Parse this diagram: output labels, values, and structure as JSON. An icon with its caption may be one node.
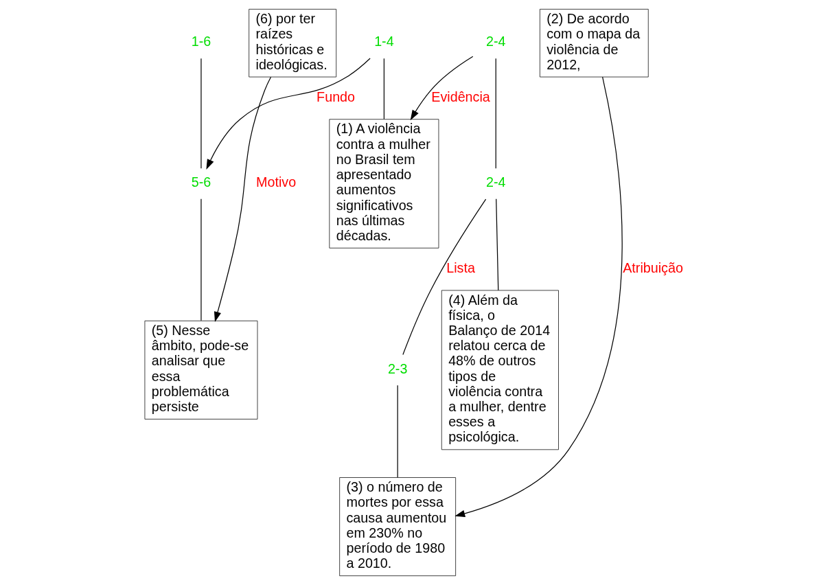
{
  "diagram": {
    "nodes": [
      {
        "text": [
          "1-6"
        ]
      },
      {
        "text": [
          "1-4"
        ]
      },
      {
        "text": [
          "5-6"
        ]
      },
      {
        "text": [
          "(1) A violência contra a mulher no Brasil tem apresentado aumentos significativos nas últimas décadas."
        ]
      },
      {
        "text": [
          "2-4"
        ]
      },
      {
        "text": [
          "(5) Nesse âmbito, pode-se analisar que essa problemática persiste"
        ]
      },
      {
        "text": [
          "(6) por ter raízes históricas e ideológicas."
        ]
      },
      {
        "text": [
          "2-4"
        ]
      },
      {
        "text": [
          "2-3"
        ]
      },
      {
        "text": [
          "(4) Além da física, o Balanço de 2014 relatou cerca de 48% de outros tipos de violência contra a mulher, dentre esses a psicológica."
        ]
      },
      {
        "text": [
          "(2) De acordo com o mapa da violência de 2012,"
        ]
      },
      {
        "text": [
          "(3) o número de mortes por essa causa aumentou em 230% no período de 1980 a 2010."
        ]
      }
    ],
    "edges": [
      {
        "from": 0,
        "to": 2,
        "arrow": "none"
      },
      {
        "from": 1,
        "to": 2,
        "arrow": "to",
        "label": "Fundo"
      },
      {
        "from": 1,
        "to": 3,
        "arrow": "none"
      },
      {
        "from": 4,
        "to": 3,
        "arrow": "to",
        "label": "Evidência"
      },
      {
        "from": 2,
        "to": 5,
        "arrow": "none"
      },
      {
        "from": 6,
        "to": 5,
        "arrow": "to",
        "label": "Motivo"
      },
      {
        "from": 4,
        "to": 7,
        "arrow": "none"
      },
      {
        "from": 7,
        "to": 8,
        "arrow": "none",
        "label": "Lista"
      },
      {
        "from": 7,
        "to": 9,
        "arrow": "none"
      },
      {
        "from": 8,
        "to": 11,
        "arrow": "none"
      },
      {
        "from": 10,
        "to": 11,
        "arrow": "to",
        "label": "Atribuição"
      }
    ]
  }
}
